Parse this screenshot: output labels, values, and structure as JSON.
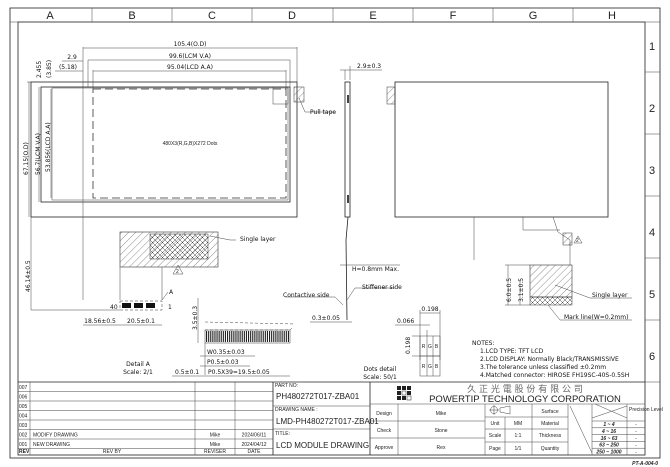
{
  "grid": {
    "columns": [
      "A",
      "B",
      "C",
      "D",
      "E",
      "F",
      "G",
      "H"
    ],
    "rows": [
      "1",
      "2",
      "3",
      "4",
      "5",
      "6"
    ]
  },
  "front_view": {
    "dim_od_width": "105.4(O.D)",
    "dim_va_width": "99.6(LCM V.A)",
    "dim_aa_width": "95.04(LCD A.A)",
    "dim_left_29": "2.9",
    "dim_left_518": "(5.18)",
    "dim_top_2455": "2.455",
    "dim_top_385": "(3.85)",
    "dim_od_height": "67.15(O.D)",
    "dim_va_height": "56.7(LCM V.A)",
    "dim_aa_height": "53.856(LCD A.A)",
    "dim_fpc_length": "46.14±0.5",
    "resolution": "480X3(R,G,B)X272 Dots",
    "pull_tape": "Pull tape",
    "single_layer": "Single layer",
    "rev_marker": "2",
    "pin_40": "40",
    "pin_1": "1",
    "detail_ref": "A",
    "dim_fpc_offset": "18.56±0.5",
    "dim_fpc_width": "20.5±0.1"
  },
  "detail_a": {
    "title": "Detail A",
    "scale": "Scale: 2/1",
    "dim_height": "3.5±0.3",
    "dim_w": "W0.35±0.03",
    "dim_p": "P0.5±0.03",
    "dim_edge": "0.5±0.1",
    "dim_pitch": "P0.5X39=19.5±0.05"
  },
  "side_view": {
    "dim_thickness": "2.9±0.3",
    "h_max": "H=0.8mm Max.",
    "stiffener": "Stiffener side",
    "contact": "Contactive side",
    "dim_stiff": "0.3±0.05"
  },
  "dots_detail": {
    "dim_w1": "0.198",
    "dim_w2": "0.066",
    "dim_h": "0.198",
    "cells": [
      "R",
      "G",
      "B"
    ],
    "title": "Dots detail",
    "scale": "Scale: 50/1"
  },
  "back_view": {
    "dim_a": "6.0±0.5",
    "dim_b": "3.1±0.5",
    "single_layer": "Single layer",
    "mark_line": "Mark line(W=0.2mm)",
    "rev_marker": "2"
  },
  "notes": {
    "heading": "NOTES:",
    "items": [
      "1.LCD TYPE: TFT LCD",
      "2.LCD DISPLAY: Normally Black/TRANSMISSIVE",
      "3.The tolerance unless classified ±0.2mm",
      "4.Matched connector: HIROSE FH19SC-40S-0.5SH"
    ]
  },
  "revisions": {
    "rows": [
      {
        "rev": "007",
        "desc": "",
        "reviser": "",
        "date": ""
      },
      {
        "rev": "006",
        "desc": "",
        "reviser": "",
        "date": ""
      },
      {
        "rev": "005",
        "desc": "",
        "reviser": "",
        "date": ""
      },
      {
        "rev": "004",
        "desc": "",
        "reviser": "",
        "date": ""
      },
      {
        "rev": "003",
        "desc": "",
        "reviser": "",
        "date": ""
      },
      {
        "rev": "002",
        "desc": "MODIFY DRAWING",
        "reviser": "Mike",
        "date": "2024/06/11"
      },
      {
        "rev": "001",
        "desc": "NEW DRAWING",
        "reviser": "Mike",
        "date": "2024/04/12"
      }
    ],
    "header": {
      "rev": "REV",
      "desc": "REV BY",
      "reviser": "REVISER",
      "date": "DATE"
    }
  },
  "title_block": {
    "part_no_label": "PART NO:",
    "part_no": "PH480272T017-ZBA01",
    "drawing_name_label": "DRAWING NAME :",
    "drawing_name": "LMD-PH480272T017-ZBA01",
    "title_label": "TITLE:",
    "title": "LCD MODULE DRAWING",
    "company_cn": "久 正 光 電 股 份 有 限 公 司",
    "company_en": "POWERTIP TECHNOLOGY CORPORATION",
    "design_label": "Design",
    "design": "Mike",
    "check_label": "Check",
    "check": "Stone",
    "approve_label": "Approve",
    "approve": "Rex",
    "unit_label": "Unit",
    "unit": "MM",
    "scale_label": "Scale",
    "scale": "1:1",
    "page_label": "Page",
    "page": "1/1",
    "surface_label": "Surface",
    "material_label": "Material",
    "thickness_label": "Thickness",
    "quantity_label": "Quantity",
    "precision_label": "Precision Level",
    "tolerance_ranges": [
      "1 ~ 4",
      "4 ~ 16",
      "16 ~ 63",
      "63 ~ 250",
      "250 ~ 1000"
    ],
    "tolerance_values": [
      "-",
      "-",
      "-",
      "-",
      "-"
    ],
    "form_code": "PT-A-004-0"
  }
}
